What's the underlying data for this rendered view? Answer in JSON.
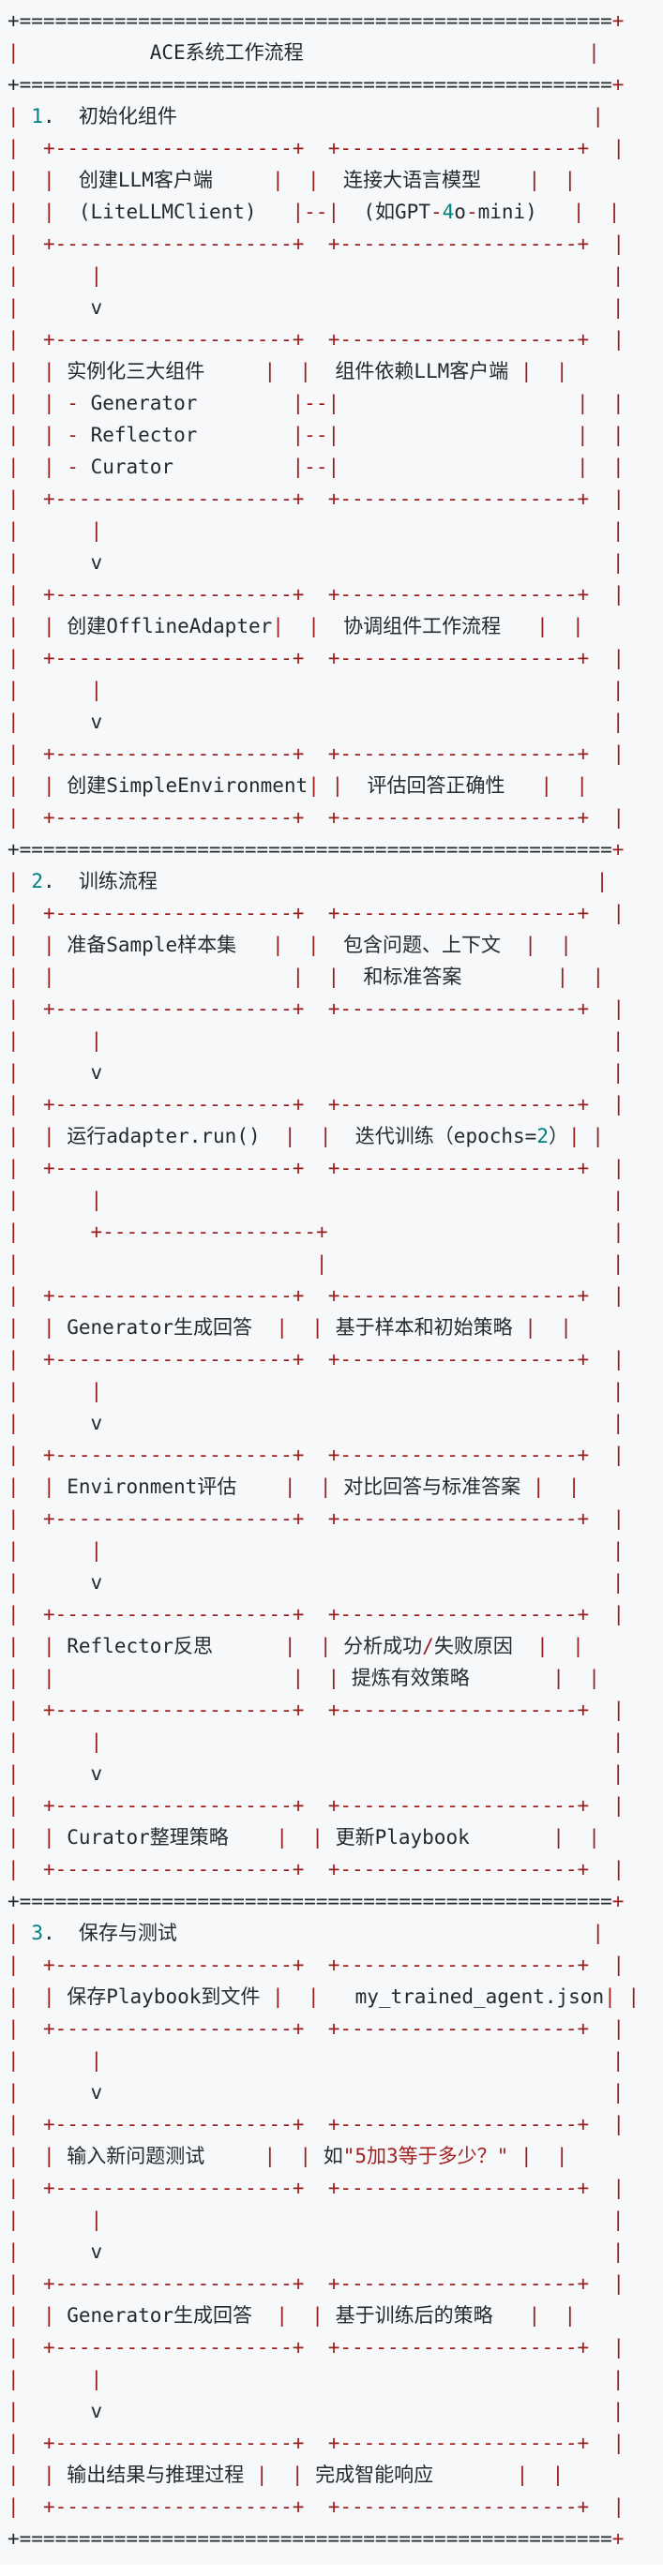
{
  "diagram_title": "ACE系统工作流程",
  "colors": {
    "code_block_background": "#f6f8fa",
    "default_text": "#24292e",
    "operator_red": "#9b1c1c",
    "number_teal": "#008080",
    "string_red": "#a52121"
  },
  "sections": [
    {
      "number": "1.",
      "title": "初始化组件",
      "rows": [
        {
          "left": "创建LLM客户端 (LiteLLMClient)",
          "right": "连接大语言模型 (如GPT-4o-mini)"
        },
        {
          "left": "实例化三大组件 - Generator - Reflector - Curator",
          "right": "组件依赖LLM客户端"
        },
        {
          "left": "创建OfflineAdapter",
          "right": "协调组件工作流程"
        },
        {
          "left": "创建SimpleEnvironment",
          "right": "评估回答正确性"
        }
      ]
    },
    {
      "number": "2.",
      "title": "训练流程",
      "rows": [
        {
          "left": "准备Sample样本集",
          "right": "包含问题、上下文 和标准答案"
        },
        {
          "left": "运行adapter.run()",
          "right": "迭代训练（epochs=2）"
        },
        {
          "left": "Generator生成回答",
          "right": "基于样本和初始策略"
        },
        {
          "left": "Environment评估",
          "right": "对比回答与标准答案"
        },
        {
          "left": "Reflector反思",
          "right": "分析成功/失败原因 提炼有效策略"
        },
        {
          "left": "Curator整理策略",
          "right": "更新Playbook"
        }
      ]
    },
    {
      "number": "3.",
      "title": "保存与测试",
      "rows": [
        {
          "left": "保存Playbook到文件",
          "right": "my_trained_agent.json"
        },
        {
          "left": "输入新问题测试",
          "right": "如\"5加3等于多少？\""
        },
        {
          "left": "Generator生成回答",
          "right": "基于训练后的策略"
        },
        {
          "left": "输出结果与推理过程",
          "right": "完成智能响应"
        }
      ]
    }
  ],
  "ascii_lines": [
    "+==================================================+",
    "|           ACE系统工作流程                        |",
    "+==================================================+",
    "| 1.  初始化组件                                   |",
    "|  +--------------------+  +--------------------+  |",
    "|  |  创建LLM客户端     |  |  连接大语言模型    |  |",
    "|  |  (LiteLLMClient)   |--|  (如GPT-4o-mini)   |  |",
    "|  +--------------------+  +--------------------+  |",
    "|      |                                           |",
    "|      v                                           |",
    "|  +--------------------+  +--------------------+  |",
    "|  | 实例化三大组件     |  |  组件依赖LLM客户端 |  |",
    "|  | - Generator        |--|                    |  |",
    "|  | - Reflector        |--|                    |  |",
    "|  | - Curator          |--|                    |  |",
    "|  +--------------------+  +--------------------+  |",
    "|      |                                           |",
    "|      v                                           |",
    "|  +--------------------+  +--------------------+  |",
    "|  | 创建OfflineAdapter|  |  协调组件工作流程   |  |",
    "|  +--------------------+  +--------------------+  |",
    "|      |                                           |",
    "|      v                                           |",
    "|  +--------------------+  +--------------------+  |",
    "|  | 创建SimpleEnvironment| |  评估回答正确性   |  |",
    "|  +--------------------+  +--------------------+  |",
    "+==================================================+",
    "| 2.  训练流程                                     |",
    "|  +--------------------+  +--------------------+  |",
    "|  | 准备Sample样本集   |  |  包含问题、上下文  |  |",
    "|  |                    |  |  和标准答案        |  |",
    "|  +--------------------+  +--------------------+  |",
    "|      |                                           |",
    "|      v                                           |",
    "|  +--------------------+  +--------------------+  |",
    "|  | 运行adapter.run()  |  |  迭代训练（epochs=2）| |",
    "|  +--------------------+  +--------------------+  |",
    "|      |                                           |",
    "|      +------------------+                        |",
    "|                         |                        |",
    "|  +--------------------+  +--------------------+  |",
    "|  | Generator生成回答  |  | 基于样本和初始策略 |  |",
    "|  +--------------------+  +--------------------+  |",
    "|      |                                           |",
    "|      v                                           |",
    "|  +--------------------+  +--------------------+  |",
    "|  | Environment评估    |  | 对比回答与标准答案 |  |",
    "|  +--------------------+  +--------------------+  |",
    "|      |                                           |",
    "|      v                                           |",
    "|  +--------------------+  +--------------------+  |",
    "|  | Reflector反思      |  | 分析成功/失败原因  |  |",
    "|  |                    |  | 提炼有效策略       |  |",
    "|  +--------------------+  +--------------------+  |",
    "|      |                                           |",
    "|      v                                           |",
    "|  +--------------------+  +--------------------+  |",
    "|  | Curator整理策略    |  | 更新Playbook       |  |",
    "|  +--------------------+  +--------------------+  |",
    "+==================================================+",
    "| 3.  保存与测试                                   |",
    "|  +--------------------+  +--------------------+  |",
    "|  | 保存Playbook到文件 |  |   my_trained_agent.json| |",
    "|  +--------------------+  +--------------------+  |",
    "|      |                                           |",
    "|      v                                           |",
    "|  +--------------------+  +--------------------+  |",
    "|  | 输入新问题测试     |  | 如\"5加3等于多少？\" |  |",
    "|  +--------------------+  +--------------------+  |",
    "|      |                                           |",
    "|      v                                           |",
    "|  +--------------------+  +--------------------+  |",
    "|  | Generator生成回答  |  | 基于训练后的策略   |  |",
    "|  +--------------------+  +--------------------+  |",
    "|      |                                           |",
    "|      v                                           |",
    "|  +--------------------+  +--------------------+  |",
    "|  | 输出结果与推理过程 |  | 完成智能响应       |  |",
    "|  +--------------------+  +--------------------+  |",
    "+==================================================+"
  ]
}
